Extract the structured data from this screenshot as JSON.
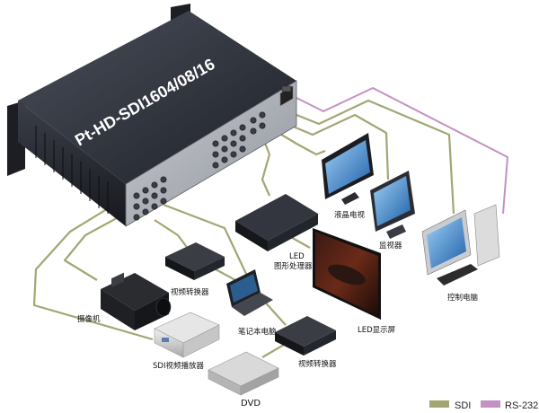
{
  "main_device": {
    "label": "Pt-HD-SDI1604/08/16"
  },
  "devices": {
    "lcd_tv": "液晶电视",
    "monitor": "监视器",
    "control_pc": "控制电脑",
    "led_processor_line1": "LED",
    "led_processor_line2": "图形处理器",
    "led_screen": "LED显示屏",
    "video_converter_top": "视频转换器",
    "video_converter_bottom": "视频转换器",
    "laptop": "笔记本电脑",
    "camera": "摄像机",
    "sdi_player": "SDI视频播放器",
    "dvd": "DVD"
  },
  "legend": [
    {
      "label": "SDI",
      "color": "#a3a673"
    },
    {
      "label": "RS-232",
      "color": "#c391c3"
    }
  ],
  "colors": {
    "sdi": "#a3a673",
    "rs232": "#c391c3",
    "device_dark": "#2a2d34"
  }
}
